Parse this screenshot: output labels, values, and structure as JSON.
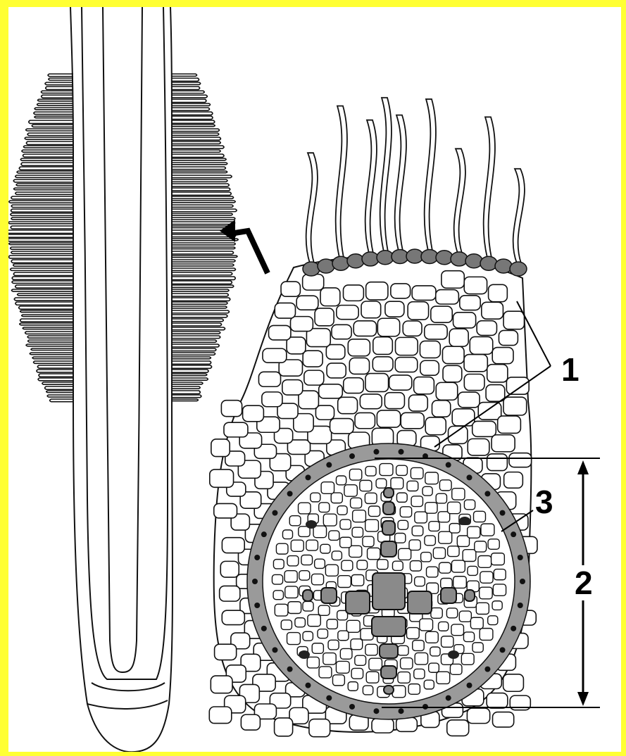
{
  "labels": {
    "one": "1",
    "two": "2",
    "three": "3"
  },
  "colors": {
    "background": "#ffff33",
    "panel": "#ffffff",
    "ink": "#111111",
    "rhizodermis": "#777777",
    "endodermis": "#9a9a9a",
    "xylem": "#8a8a8a"
  }
}
